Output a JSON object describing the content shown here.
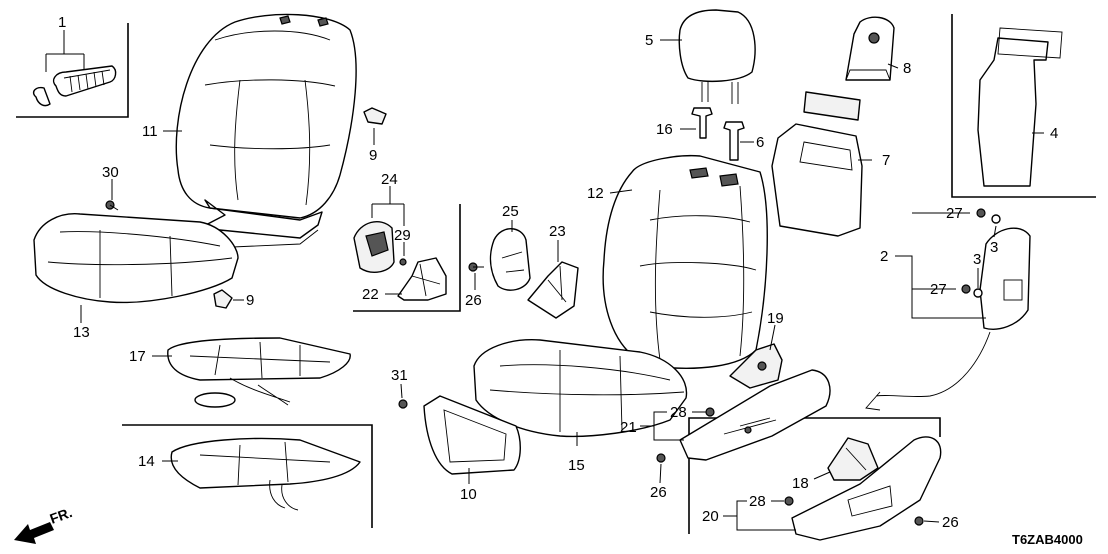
{
  "diagram": {
    "diagram_code": "T6ZAB4000",
    "direction_label": "FR.",
    "callouts": [
      "1",
      "2",
      "3",
      "3",
      "4",
      "5",
      "6",
      "7",
      "8",
      "9",
      "9",
      "10",
      "11",
      "12",
      "13",
      "14",
      "15",
      "16",
      "17",
      "18",
      "19",
      "20",
      "21",
      "22",
      "23",
      "24",
      "25",
      "26",
      "26",
      "26",
      "27",
      "27",
      "28",
      "28",
      "29",
      "30",
      "31"
    ]
  }
}
